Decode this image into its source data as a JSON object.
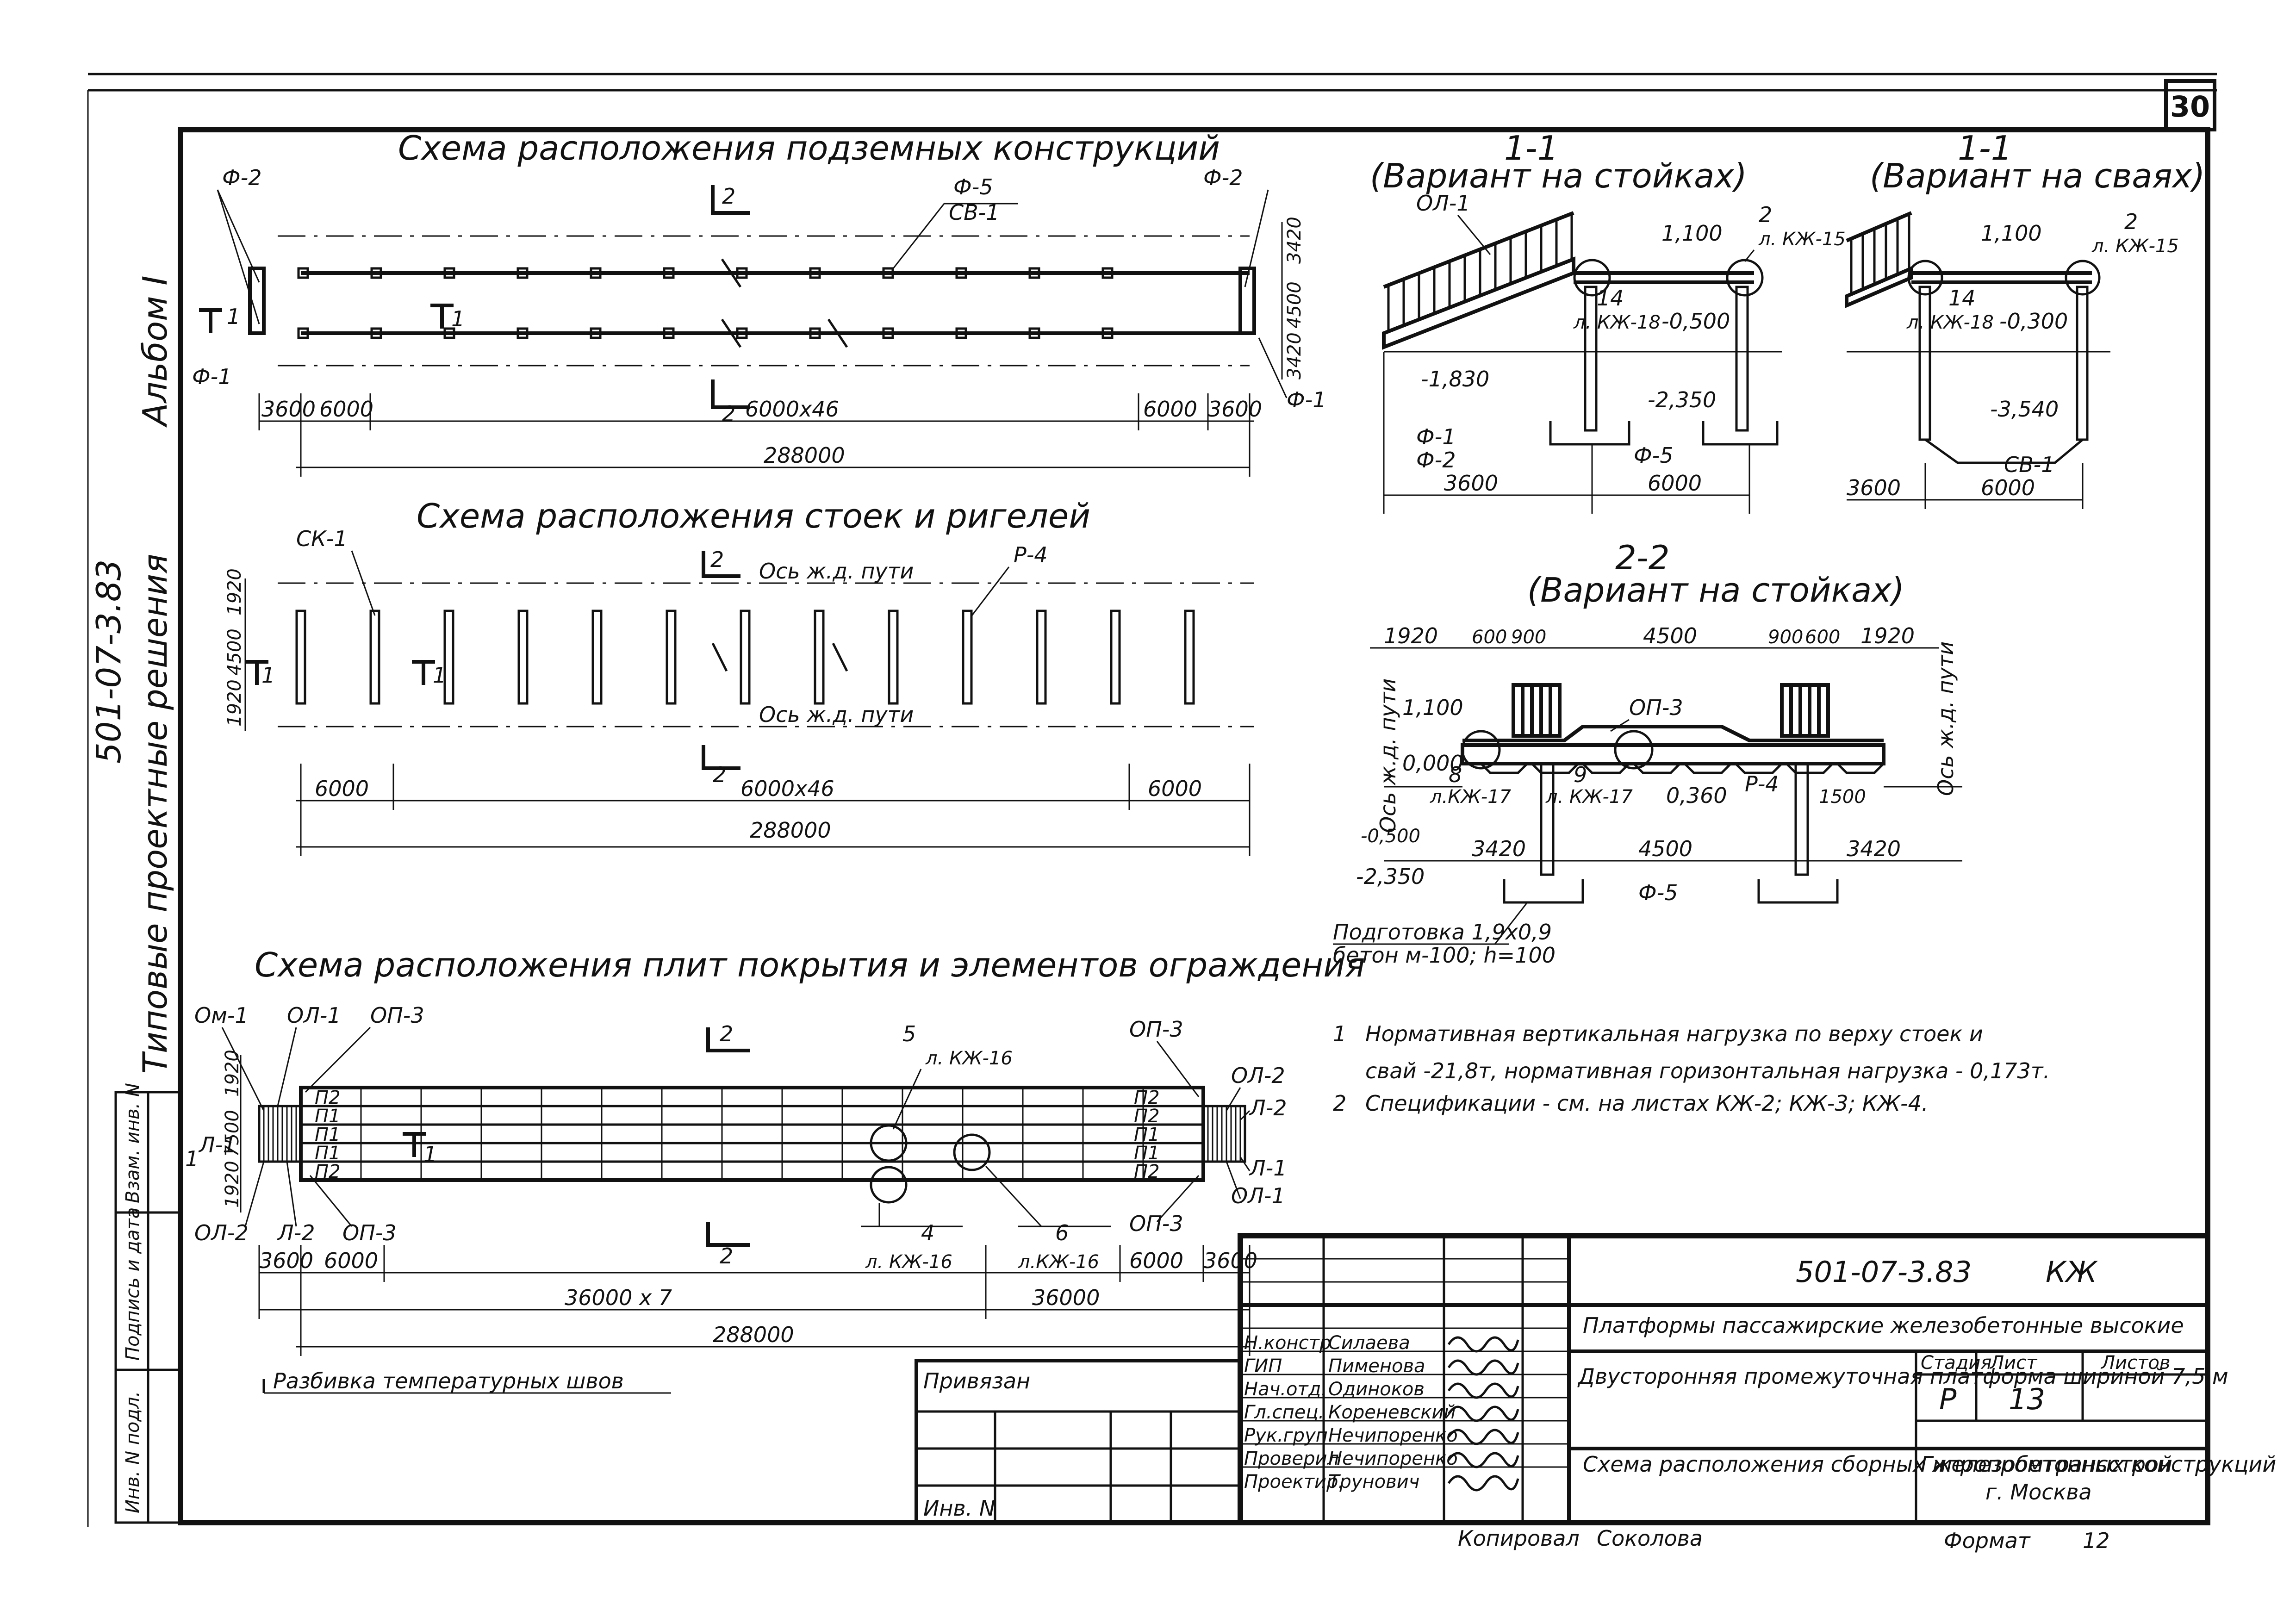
{
  "sheet": {
    "sheet_number": "30",
    "album": "Альбом I",
    "series": "501-07-3.83",
    "series_subtitle": "Типовые проектные решения",
    "stamp_columns": [
      "Инв. N подл.",
      "Подпись и дата",
      "Взам. инв. N"
    ]
  },
  "plan_underground": {
    "title": "Схема расположения подземных конструкций",
    "labels": {
      "f2_left": "Ф-2",
      "f2_right": "Ф-2",
      "f1_left": "Ф-1",
      "f1_right": "Ф-1",
      "f5": "Ф-5",
      "sv1": "СВ-1",
      "section1": "1",
      "section2_top": "2",
      "section2_bottom": "2",
      "t1": "1"
    },
    "dims": {
      "d_3600_l": "3600",
      "d_6000_l": "6000",
      "d_span": "6000х46",
      "d_6000_r": "6000",
      "d_3600_r": "3600",
      "d_total": "288000",
      "v_3420_top": "3420",
      "v_4500": "4500",
      "v_3420_bot": "3420"
    }
  },
  "plan_columns": {
    "title": "Схема расположения стоек и ригелей",
    "labels": {
      "sk1": "СК-1",
      "p4": "Р-4",
      "axis_top": "Ось ж.д. пути",
      "axis_bot": "Ось ж.д. пути",
      "section1": "1",
      "t1": "1",
      "section2_top": "2",
      "section2_bottom": "2"
    },
    "dims": {
      "d_6000_l": "6000",
      "d_span": "6000х46",
      "d_6000_r": "6000",
      "d_total": "288000",
      "v_1920_top": "1920",
      "v_4500": "4500",
      "v_1920_bot": "1920"
    }
  },
  "plan_slabs": {
    "title": "Схема расположения плит покрытия и элементов ограждения",
    "labels": {
      "om1": "Ом-1",
      "ol1": "ОЛ-1",
      "op3_top_l": "ОП-3",
      "op3_bot_l": "ОП-3",
      "op3_top_r": "ОП-3",
      "op3_bot_r": "ОП-3",
      "l1_left": "Л-1",
      "l1_right": "Л-1",
      "l2_left": "Л-2",
      "l2_right": "Л-2",
      "ol2_left": "ОЛ-2",
      "ol2_right": "ОЛ-2",
      "ol1_right": "ОЛ-1",
      "p2": "П2",
      "p1": "П1",
      "t1": "1",
      "section2_top": "2",
      "section2_bottom": "2",
      "node5": "5",
      "node4": "4",
      "node6": "6",
      "ref_node5": "л. КЖ-16",
      "ref_node4": "л. КЖ-16",
      "ref_node6": "л.КЖ-16",
      "section1": "1"
    },
    "dims": {
      "d_3600_l": "3600",
      "d_6000_l": "6000",
      "d_6000_r": "6000",
      "d_3600_r": "3600",
      "d_36000x7": "36000 х 7",
      "d_36000": "36000",
      "d_total": "288000",
      "v_1920_top": "1920",
      "v_7500": "7500",
      "v_1920_bot": "1920"
    },
    "temp_joints": "Разбивка температурных швов"
  },
  "section_11_a": {
    "title": "1-1",
    "subtitle": "(Вариант на стойках)",
    "labels": {
      "ol1": "ОЛ-1",
      "node2": "2",
      "ref_node2": "л. КЖ-15",
      "node14": "14",
      "ref_node14": "л. КЖ-18",
      "f1": "Ф-1",
      "f2": "Ф-2",
      "f5": "Ф-5"
    },
    "levels": {
      "lv_1100": "1,100",
      "lv_0500": "-0,500",
      "lv_1830": "-1,830",
      "lv_2350": "-2,350"
    },
    "dims": {
      "d_3600": "3600",
      "d_6000": "6000"
    }
  },
  "section_11_b": {
    "title": "1-1",
    "subtitle": "(Вариант на сваях)",
    "labels": {
      "node2": "2",
      "ref_node2": "л. КЖ-15",
      "node14": "14",
      "ref_node14": "л. КЖ-18",
      "sv1": "СВ-1"
    },
    "levels": {
      "lv_1100": "1,100",
      "lv_0300": "-0,300",
      "lv_3540": "-3,540"
    },
    "dims": {
      "d_3600": "3600",
      "d_6000": "6000"
    }
  },
  "section_22": {
    "title": "2-2",
    "subtitle": "(Вариант на стойках)",
    "labels": {
      "op3": "ОП-3",
      "axis_left": "Ось ж.д. пути",
      "axis_right": "Ось ж.д. пути",
      "node8": "8",
      "ref_node8": "л.КЖ-17",
      "node9": "9",
      "ref_node9": "л. КЖ-17",
      "p4": "Р-4",
      "f5": "Ф-5",
      "prep": "Подготовка 1,9х0,9",
      "prep2": "бетон м-100; h=100"
    },
    "levels": {
      "lv_1100": "1,100",
      "lv_0000": "0,000",
      "lv_0360": "0,360",
      "lv_1500": "1500",
      "lv_0500": "-0,500",
      "lv_2350": "-2,350"
    },
    "dims": {
      "t_1920_l": "1920",
      "t_600_l": "600",
      "t_900_l": "900",
      "t_4500": "4500",
      "t_900_r": "900",
      "t_600_r": "600",
      "t_1920_r": "1920",
      "b_3420_l": "3420",
      "b_4500": "4500",
      "b_3420_r": "3420"
    }
  },
  "notes": [
    {
      "num": "1",
      "text": "Нормативная вертикальная нагрузка по верху стоек и"
    },
    {
      "num": "",
      "text": "свай -21,8т, нормативная горизонтальная нагрузка - 0,173т."
    },
    {
      "num": "2",
      "text": "Спецификации - см. на листах КЖ-2; КЖ-3; КЖ-4."
    }
  ],
  "title_block": {
    "code": "501-07-3.83",
    "mark": "КЖ",
    "object": "Платформы пассажирские железобетонные высокие",
    "subject": "Двусторонняя промежуточная платформа шириной 7,5 м",
    "drawing": "Схема расположения сборных железобетонных конструкций",
    "headers": {
      "stage": "Стадия",
      "sheet": "Лист",
      "sheets": "Листов"
    },
    "stage": "Р",
    "sheet": "13",
    "sheets": "",
    "org": "Гипропромтрансстрой",
    "city": "г. Москва",
    "privyazan": "Привязан",
    "inv": "Инв. N",
    "roles": [
      {
        "role": "Н.констр",
        "name": "Силаева"
      },
      {
        "role": "ГИП",
        "name": "Пименова"
      },
      {
        "role": "Нач.отд.",
        "name": "Одиноков"
      },
      {
        "role": "Гл.спец.",
        "name": "Кореневский"
      },
      {
        "role": "Рук.груп.",
        "name": "Нечипоренко"
      },
      {
        "role": "Проверил",
        "name": "Нечипоренко"
      },
      {
        "role": "Проектир.",
        "name": "Трунович"
      }
    ],
    "copied_label": "Копировал",
    "copied_name": "Соколова",
    "format_label": "Формат",
    "format_value": "12"
  }
}
